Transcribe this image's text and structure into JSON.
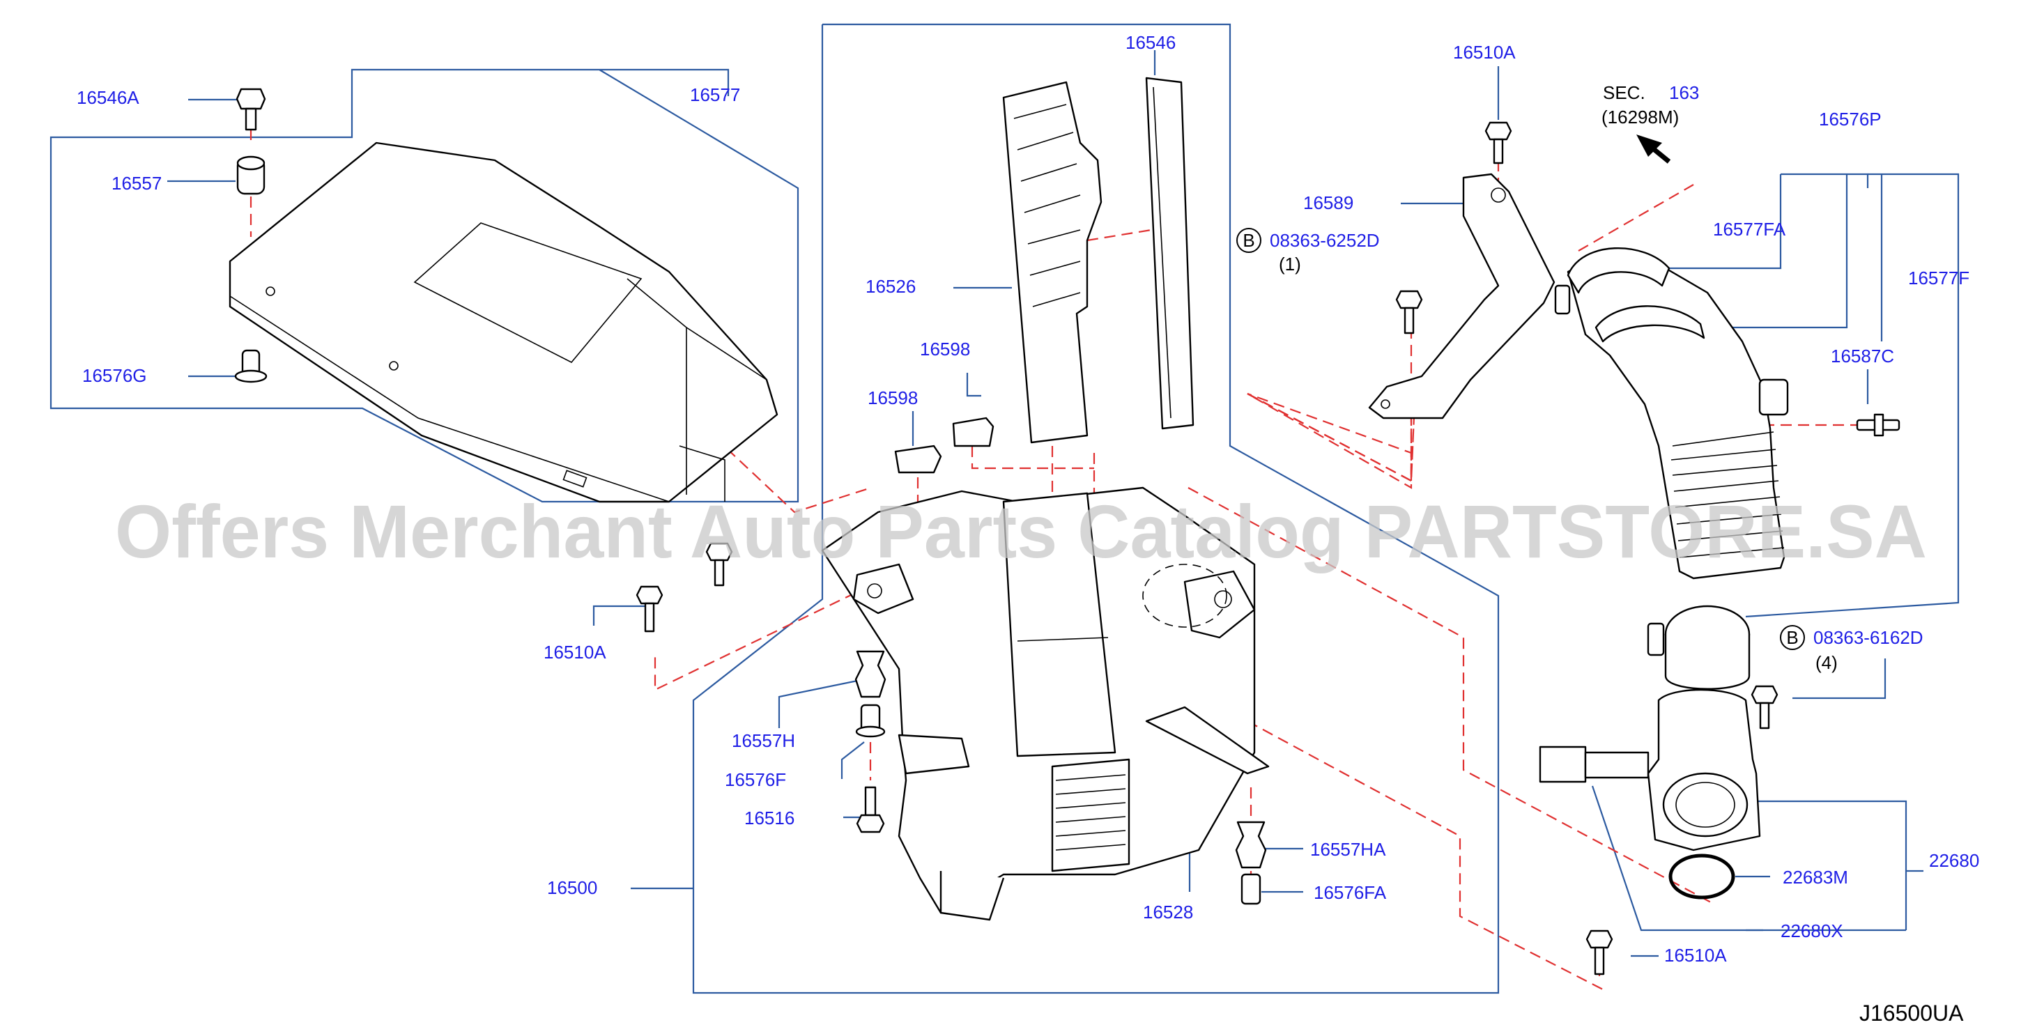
{
  "watermark": "Offers Merchant Auto Parts Catalog PARTSTORE.SA",
  "diagram_code": "J16500UA",
  "colors": {
    "label": "#1e1ee6",
    "leader": "#2c5aa0",
    "dash": "#e03030",
    "watermark": "#c9c9c9"
  },
  "sec_ref": {
    "prefix": "SEC.",
    "number": "163",
    "sub": "(16298M)"
  },
  "bolt_refs": [
    {
      "symbol": "B",
      "part": "08363-6252D",
      "qty": "(1)"
    },
    {
      "symbol": "B",
      "part": "08363-6162D",
      "qty": "(4)"
    }
  ],
  "callouts": {
    "c16546A": "16546A",
    "c16577": "16577",
    "c16557": "16557",
    "c16576G": "16576G",
    "c16546": "16546",
    "c16526": "16526",
    "c16598a": "16598",
    "c16598b": "16598",
    "c16510A_top": "16510A",
    "c16589": "16589",
    "c16576P": "16576P",
    "c16577FA": "16577FA",
    "c16577F": "16577F",
    "c16587C": "16587C",
    "c16510A_left": "16510A",
    "c16557H": "16557H",
    "c16576F": "16576F",
    "c16516": "16516",
    "c16500": "16500",
    "c16528": "16528",
    "c16557HA": "16557HA",
    "c16576FA": "16576FA",
    "c22680": "22680",
    "c22683M": "22683M",
    "c22680X": "22680X",
    "c16510A_bot": "16510A"
  }
}
